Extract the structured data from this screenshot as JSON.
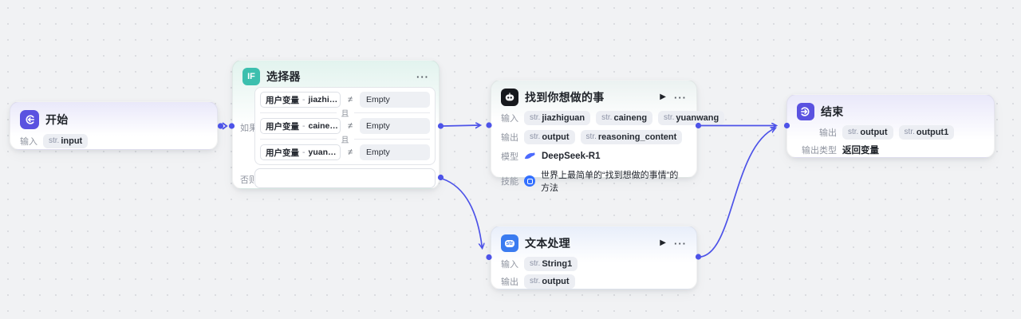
{
  "tag_prefix": "str.",
  "icons": {
    "run": "▶",
    "more": "···"
  },
  "edge_color": "#4d53e8",
  "nodes": {
    "start": {
      "title": "开始",
      "input_label": "输入",
      "inputs": [
        "input"
      ]
    },
    "selector": {
      "icon_text": "IF",
      "title": "选择器",
      "if_label": "如果",
      "else_label": "否则",
      "and_label": "且",
      "operator": "≠",
      "conditions": [
        {
          "left": "用户变量",
          "sep": "-",
          "value": "jiazhi…",
          "right": "Empty"
        },
        {
          "left": "用户变量",
          "sep": "-",
          "value": "caine…",
          "right": "Empty"
        },
        {
          "left": "用户变量",
          "sep": "-",
          "value": "yuan…",
          "right": "Empty"
        }
      ]
    },
    "llm": {
      "title": "找到你想做的事",
      "input_label": "输入",
      "output_label": "输出",
      "model_label": "模型",
      "skill_label": "技能",
      "inputs": [
        "jiazhiguan",
        "caineng",
        "yuanwang"
      ],
      "outputs": [
        "output",
        "reasoning_content"
      ],
      "model": "DeepSeek-R1",
      "skill": "世界上最简单的“找到想做的事情”的方法"
    },
    "text": {
      "title": "文本处理",
      "icon_text": "str",
      "input_label": "输入",
      "output_label": "输出",
      "inputs": [
        "String1"
      ],
      "outputs": [
        "output"
      ]
    },
    "end": {
      "title": "结束",
      "output_label": "输出",
      "output_type_label": "输出类型",
      "outputs": [
        "output",
        "output1"
      ],
      "output_type": "返回变量"
    }
  },
  "edges": [
    {
      "from": "start",
      "to": "selector"
    },
    {
      "from": "selector-if",
      "to": "llm"
    },
    {
      "from": "selector-else",
      "to": "text"
    },
    {
      "from": "llm",
      "to": "end"
    },
    {
      "from": "text",
      "to": "end"
    }
  ]
}
